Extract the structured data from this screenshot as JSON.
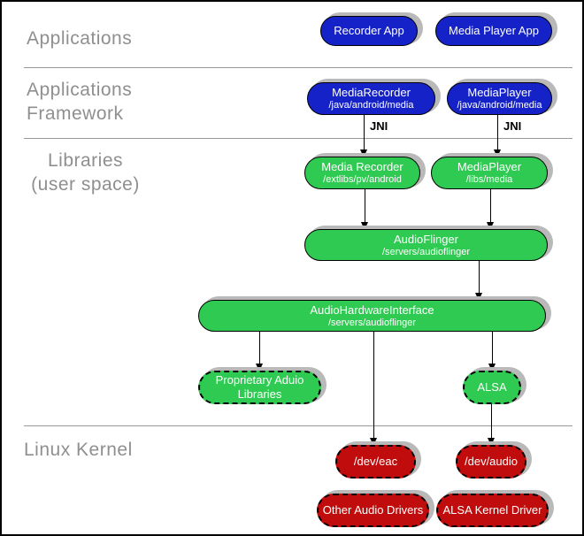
{
  "layers": {
    "applications": "Applications",
    "framework": "Applications\nFramework",
    "libraries": "Libraries\n(user space)",
    "linux_kernel": "Linux Kernel"
  },
  "labels": {
    "jni": "JNI"
  },
  "nodes": {
    "recorder_app": {
      "title": "Recorder App"
    },
    "media_player_app": {
      "title": "Media Player App"
    },
    "media_recorder_fw": {
      "title": "MediaRecorder",
      "subtitle": "/java/android/media"
    },
    "media_player_fw": {
      "title": "MediaPlayer",
      "subtitle": "/java/android/media"
    },
    "media_recorder_lib": {
      "title": "Media Recorder",
      "subtitle": "/extlibs/pv/android"
    },
    "media_player_lib": {
      "title": "MediaPlayer",
      "subtitle": "/libs/media"
    },
    "audio_flinger": {
      "title": "AudioFlinger",
      "subtitle": "/servers/audioflinger"
    },
    "audio_hardware_interface": {
      "title": "AudioHardwareInterface",
      "subtitle": "/servers/audioflinger"
    },
    "proprietary_audio_libraries": {
      "title": "Proprietary Aduio\nLibraries"
    },
    "alsa": {
      "title": "ALSA"
    },
    "dev_eac": {
      "title": "/dev/eac"
    },
    "dev_audio": {
      "title": "/dev/audio"
    },
    "other_audio_drivers": {
      "title": "Other Audio Drivers"
    },
    "alsa_kernel_driver": {
      "title": "ALSA Kernel Driver"
    }
  },
  "colors": {
    "blue": "#1522c8",
    "green": "#2fca52",
    "red": "#c00c0c",
    "shadow": "#b9b9b9",
    "label-gray": "#8f8f8f",
    "divider": "#999999"
  }
}
